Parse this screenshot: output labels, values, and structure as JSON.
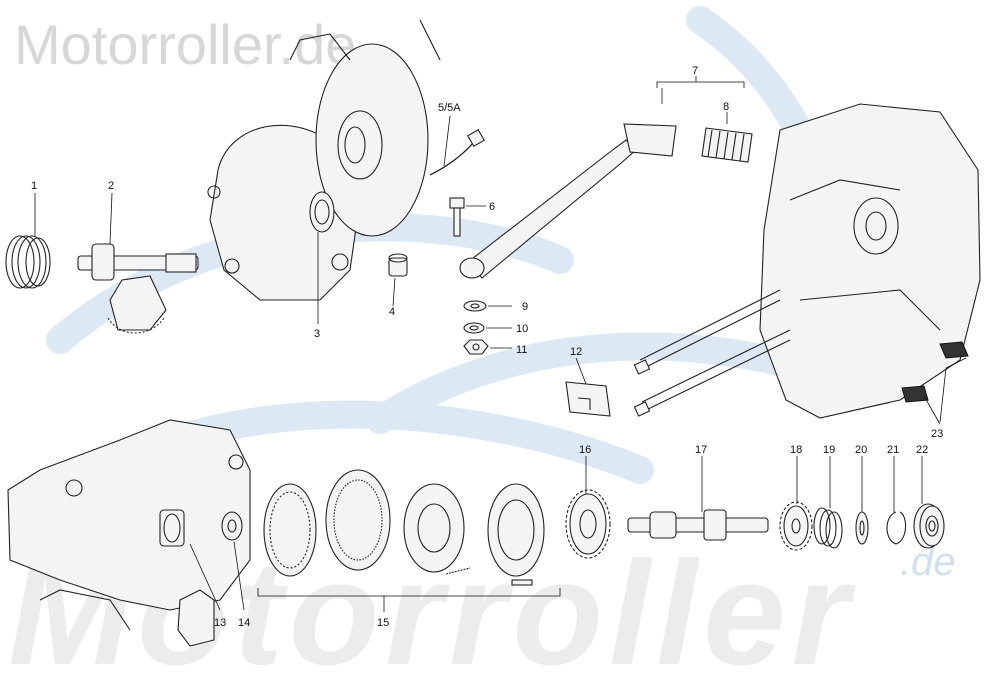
{
  "watermark": {
    "top": "Motorroller.de",
    "bottom": "Motorroller",
    "suffix": ".de"
  },
  "labels": [
    "1",
    "2",
    "3",
    "4",
    "5/5A",
    "6",
    "7",
    "8",
    "9",
    "10",
    "11",
    "12",
    "13",
    "14",
    "15",
    "16",
    "17",
    "18",
    "19",
    "20",
    "21",
    "22",
    "23"
  ],
  "colors": {
    "line": "#222222",
    "watermark_text": "#d7d7d7",
    "watermark_swoosh": "#dce9f4"
  }
}
